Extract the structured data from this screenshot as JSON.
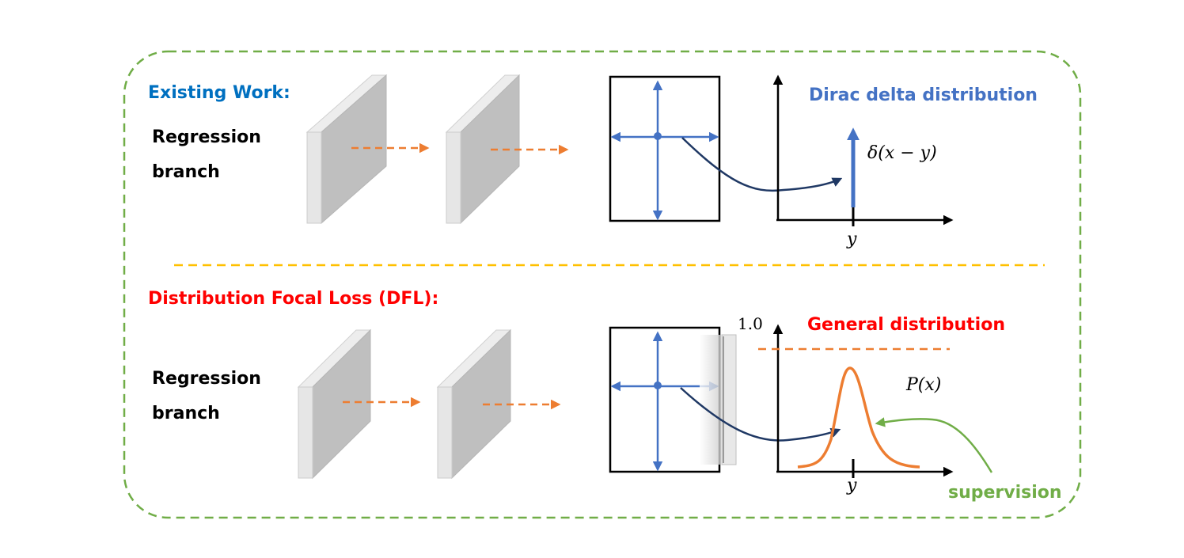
{
  "top": {
    "section_title": "Existing Work:",
    "branch_line1": "Regression",
    "branch_line2": "branch",
    "dist_title": "Dirac delta distribution",
    "dist_formula": "δ(x − y)",
    "x_tick": "y"
  },
  "bottom": {
    "section_title": "Distribution Focal Loss (DFL):",
    "branch_line1": "Regression",
    "branch_line2": "branch",
    "dist_title": "General distribution",
    "dist_formula": "P(x)",
    "y_max_label": "1.0",
    "x_tick": "y",
    "supervision_label": "supervision"
  },
  "colors": {
    "border_green": "#70ad47",
    "divider_yellow": "#ffc000",
    "blue_title": "#0070c0",
    "blue_arrow": "#4472c4",
    "red_title": "#ff0000",
    "orange": "#ed7d31",
    "navy": "#1f3864",
    "green_label": "#70ad47"
  }
}
